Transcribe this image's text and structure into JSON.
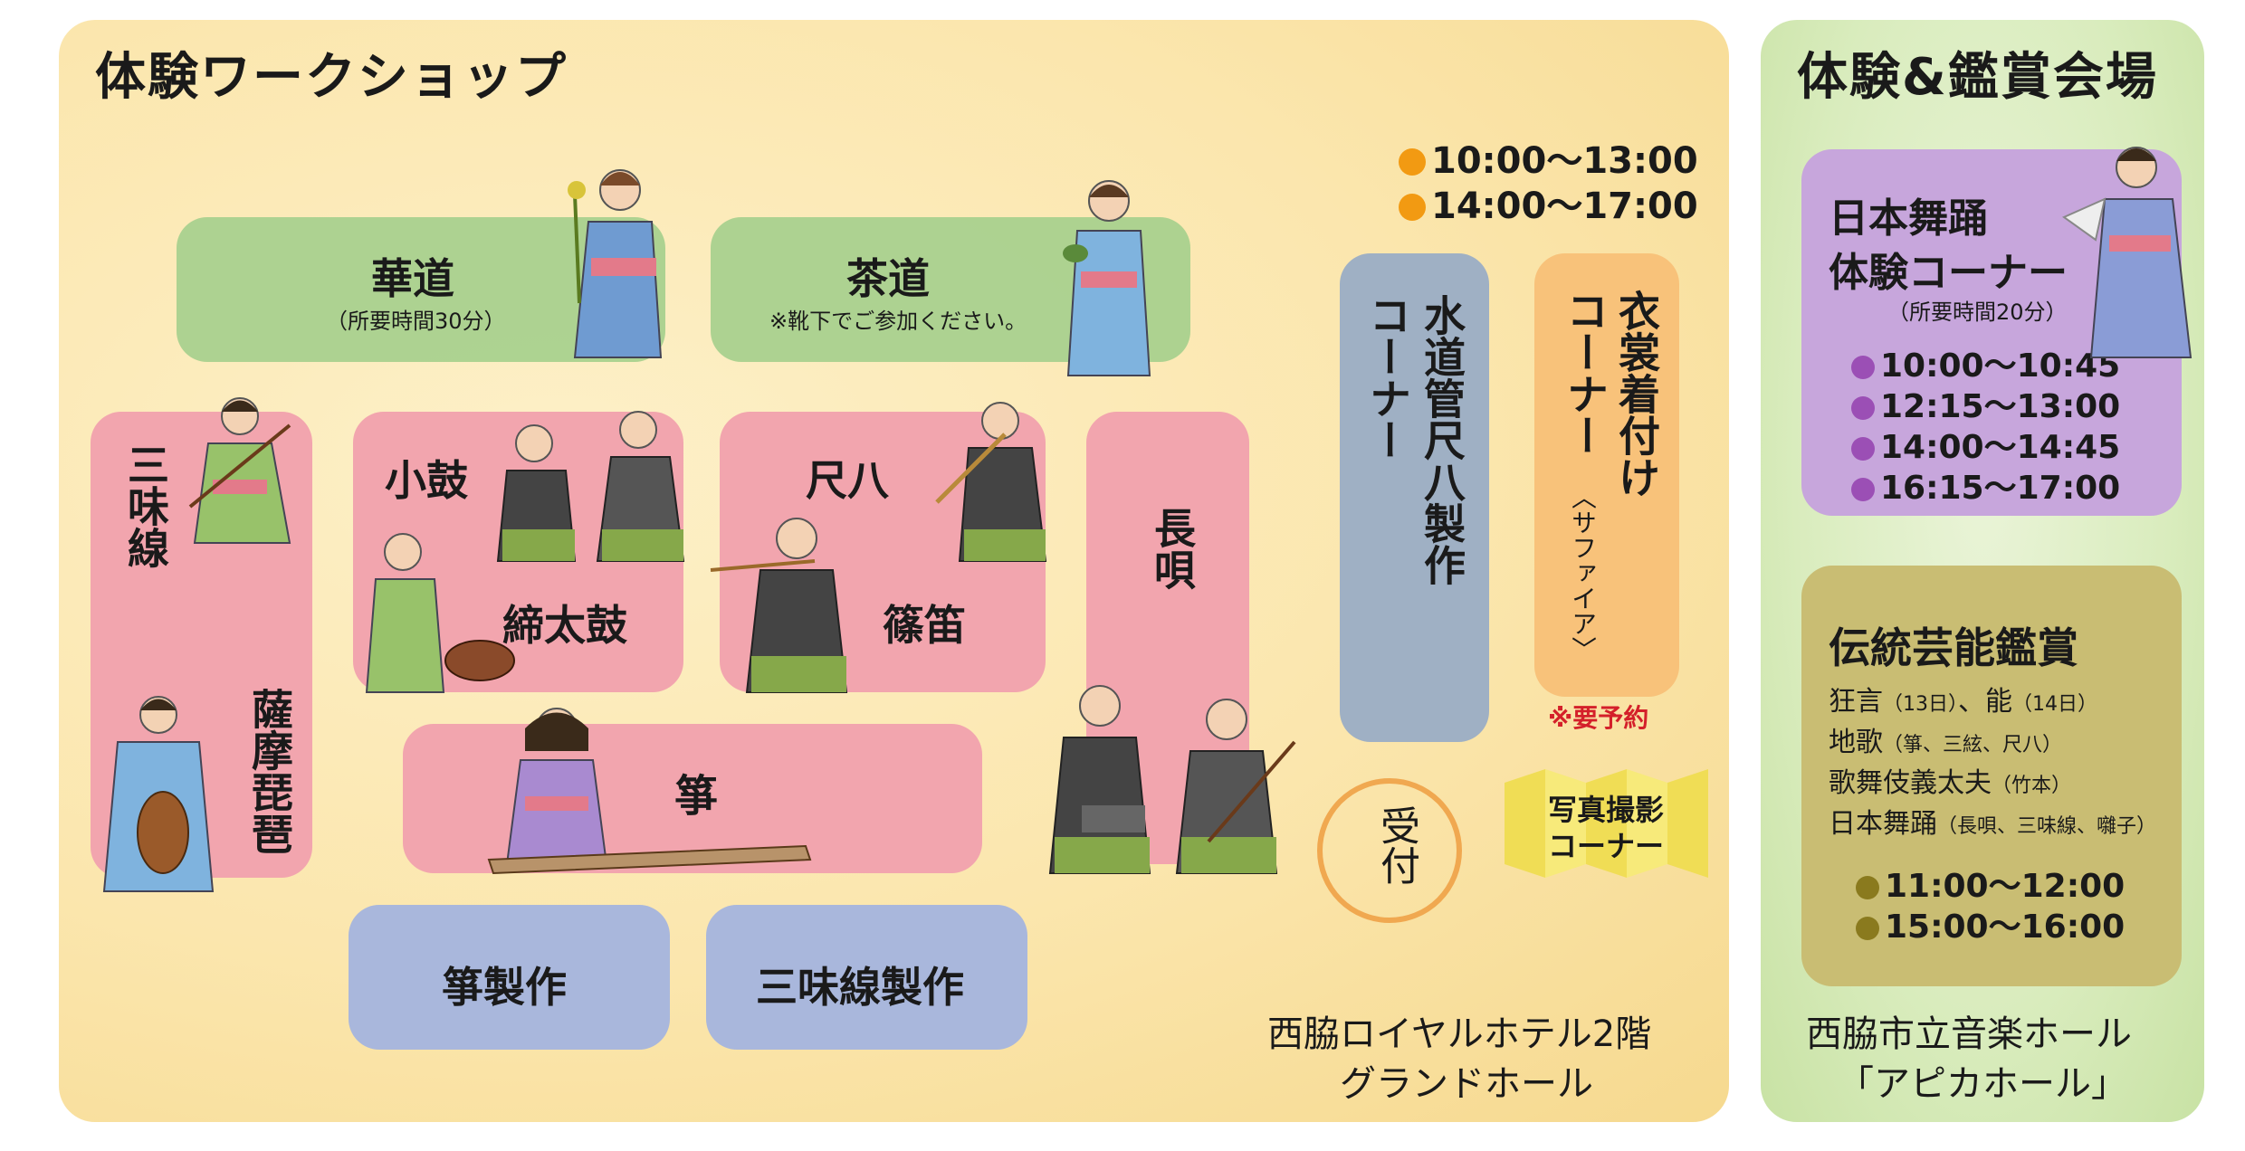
{
  "workshop": {
    "title": "体験ワークショップ",
    "times": [
      "10:00～13:00",
      "14:00～17:00"
    ],
    "time_dot_color": "#f29a12",
    "corners": {
      "kado": {
        "label": "華道",
        "note": "（所要時間30分）"
      },
      "sado": {
        "label": "茶道",
        "note": "※靴下でご参加ください。"
      },
      "shamisen": {
        "label": "三味線"
      },
      "satsuma_biwa": {
        "label": "薩摩琵琶"
      },
      "kotsuzumi": {
        "label": "小鼓"
      },
      "shimedaiko": {
        "label": "締太鼓"
      },
      "shakuhachi": {
        "label": "尺八"
      },
      "shinobue": {
        "label": "篠笛"
      },
      "nagauta": {
        "label": "長唄"
      },
      "koto": {
        "label": "箏"
      },
      "koto_seisaku": {
        "label": "箏製作"
      },
      "shamisen_seisaku": {
        "label": "三味線製作"
      },
      "suidokan": {
        "label_line1": "水道管尺八製作",
        "label_line2": "コーナー"
      },
      "isho": {
        "label_line1": "衣裳着付け",
        "label_line2": "コーナー",
        "sub": "〈サファイア〉",
        "reserve": "※要予約"
      },
      "uketsuke": {
        "label": "受付"
      },
      "photo": {
        "label_line1": "写真撮影",
        "label_line2": "コーナー"
      }
    },
    "location_line1": "西脇ロイヤルホテル2階",
    "location_line2": "グランドホール"
  },
  "venue": {
    "title": "体験&鑑賞会場",
    "dance": {
      "title_line1": "日本舞踊",
      "title_line2": "体験コーナー",
      "note": "（所要時間20分）",
      "dot_color": "#9b4fb5",
      "times": [
        "10:00～10:45",
        "12:15～13:00",
        "14:00～14:45",
        "16:15～17:00"
      ]
    },
    "kansho": {
      "title": "伝統芸能鑑賞",
      "programs": [
        {
          "main": "狂言",
          "sub": "（13日）",
          "main2": "、能",
          "sub2": "（14日）"
        },
        {
          "main": "地歌",
          "sub": "（箏、三絃、尺八）",
          "main2": "",
          "sub2": ""
        },
        {
          "main": "歌舞伎義太夫",
          "sub": "（竹本）",
          "main2": "",
          "sub2": ""
        },
        {
          "main": "日本舞踊",
          "sub": "（長唄、三味線、囃子）",
          "main2": "",
          "sub2": ""
        }
      ],
      "dot_color": "#8a7a1e",
      "times": [
        "11:00～12:00",
        "15:00～16:00"
      ]
    },
    "location_line1": "西脇市立音楽ホール",
    "location_line2": "「アピカホール」"
  }
}
